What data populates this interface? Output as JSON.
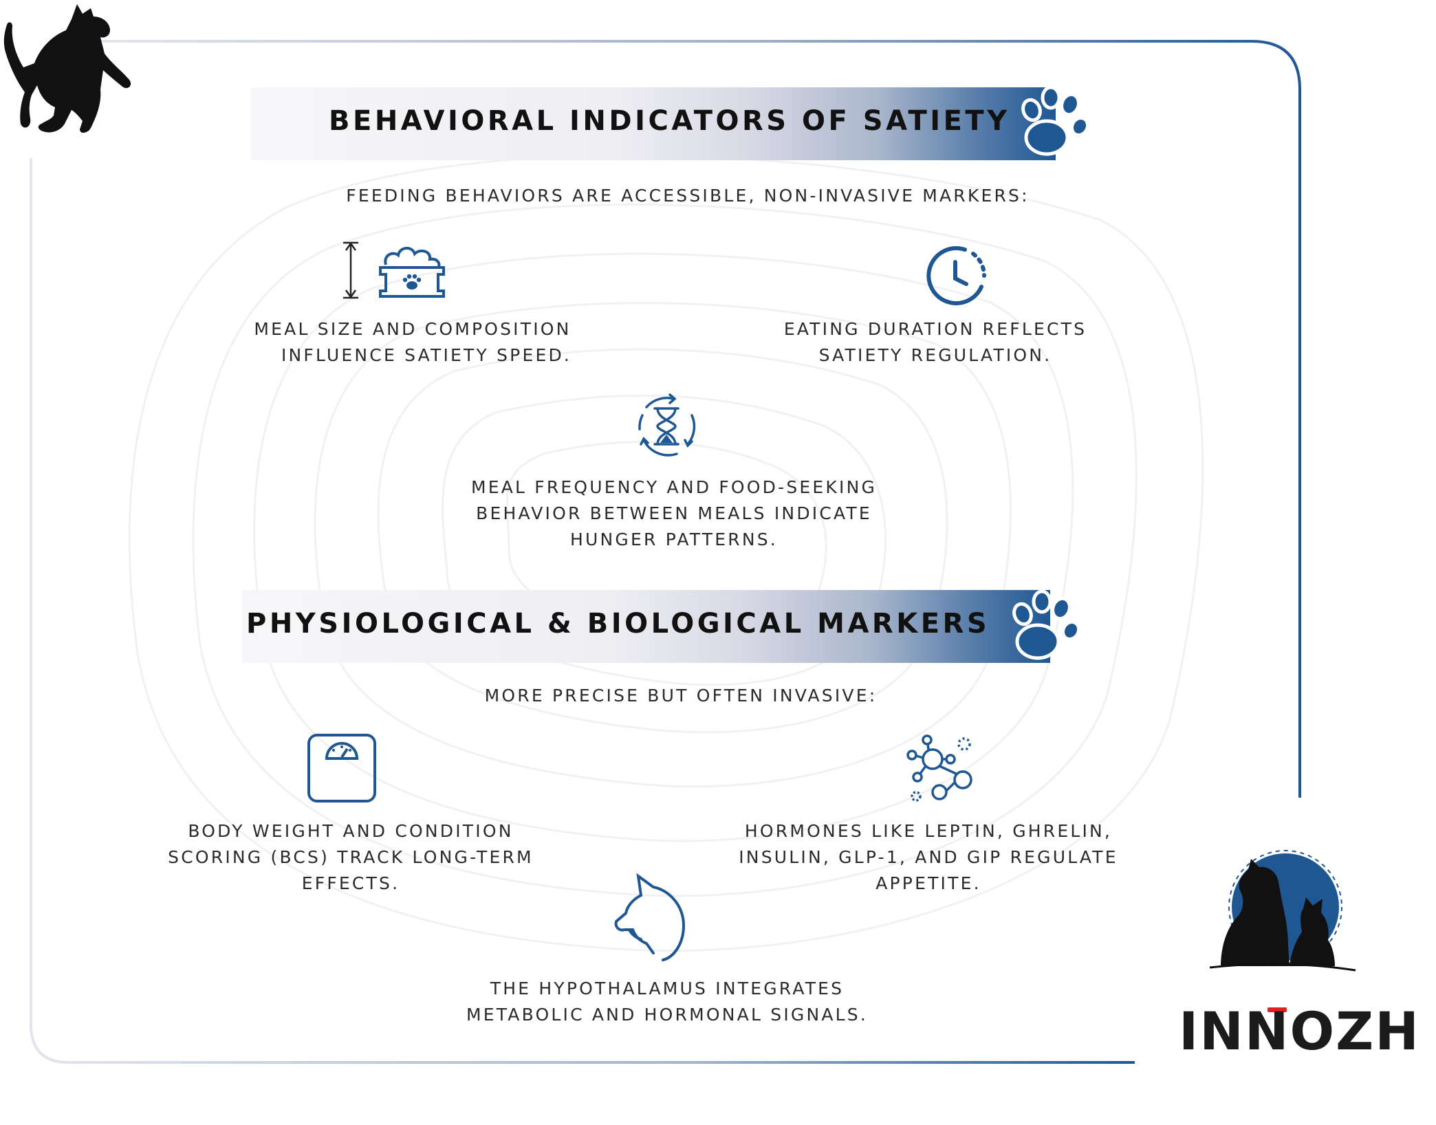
{
  "colors": {
    "accent_blue": "#1f5793",
    "frame_gradient_start": "#e6e6ef",
    "frame_gradient_end": "#1f5793",
    "brand_red": "#e02226",
    "text_dark": "#222222"
  },
  "section1": {
    "title": "BEHAVIORAL INDICATORS OF SATIETY",
    "intro": "FEEDING BEHAVIORS ARE ACCESSIBLE, NON-INVASIVE MARKERS:",
    "items": [
      {
        "icon": "food-bowl-icon",
        "line1": "MEAL SIZE AND COMPOSITION",
        "line2": "INFLUENCE SATIETY SPEED."
      },
      {
        "icon": "clock-icon",
        "line1": "EATING DURATION REFLECTS",
        "line2": "SATIETY REGULATION."
      },
      {
        "icon": "hourglass-cycle-icon",
        "line1": "MEAL FREQUENCY AND FOOD-SEEKING",
        "line2": "BEHAVIOR BETWEEN MEALS INDICATE",
        "line3": "HUNGER PATTERNS."
      }
    ]
  },
  "section2": {
    "title": "PHYSIOLOGICAL & BIOLOGICAL MARKERS",
    "intro": "MORE PRECISE BUT OFTEN INVASIVE:",
    "items": [
      {
        "icon": "scale-icon",
        "line1": "BODY WEIGHT AND CONDITION",
        "line2": "SCORING (BCS)  TRACK LONG-TERM",
        "line3": "EFFECTS."
      },
      {
        "icon": "molecule-icon",
        "line1": "HORMONES LIKE LEPTIN, GHRELIN,",
        "line2": "INSULIN, GLP-1, AND GIP REGULATE",
        "line3": "APPETITE."
      },
      {
        "icon": "cat-head-icon",
        "line1": "THE HYPOTHALAMUS INTEGRATES",
        "line2": "METABOLIC AND HORMONAL SIGNALS."
      }
    ]
  },
  "brand": {
    "name_pre": "INN",
    "name_o": "O",
    "name_post": "ZH"
  }
}
